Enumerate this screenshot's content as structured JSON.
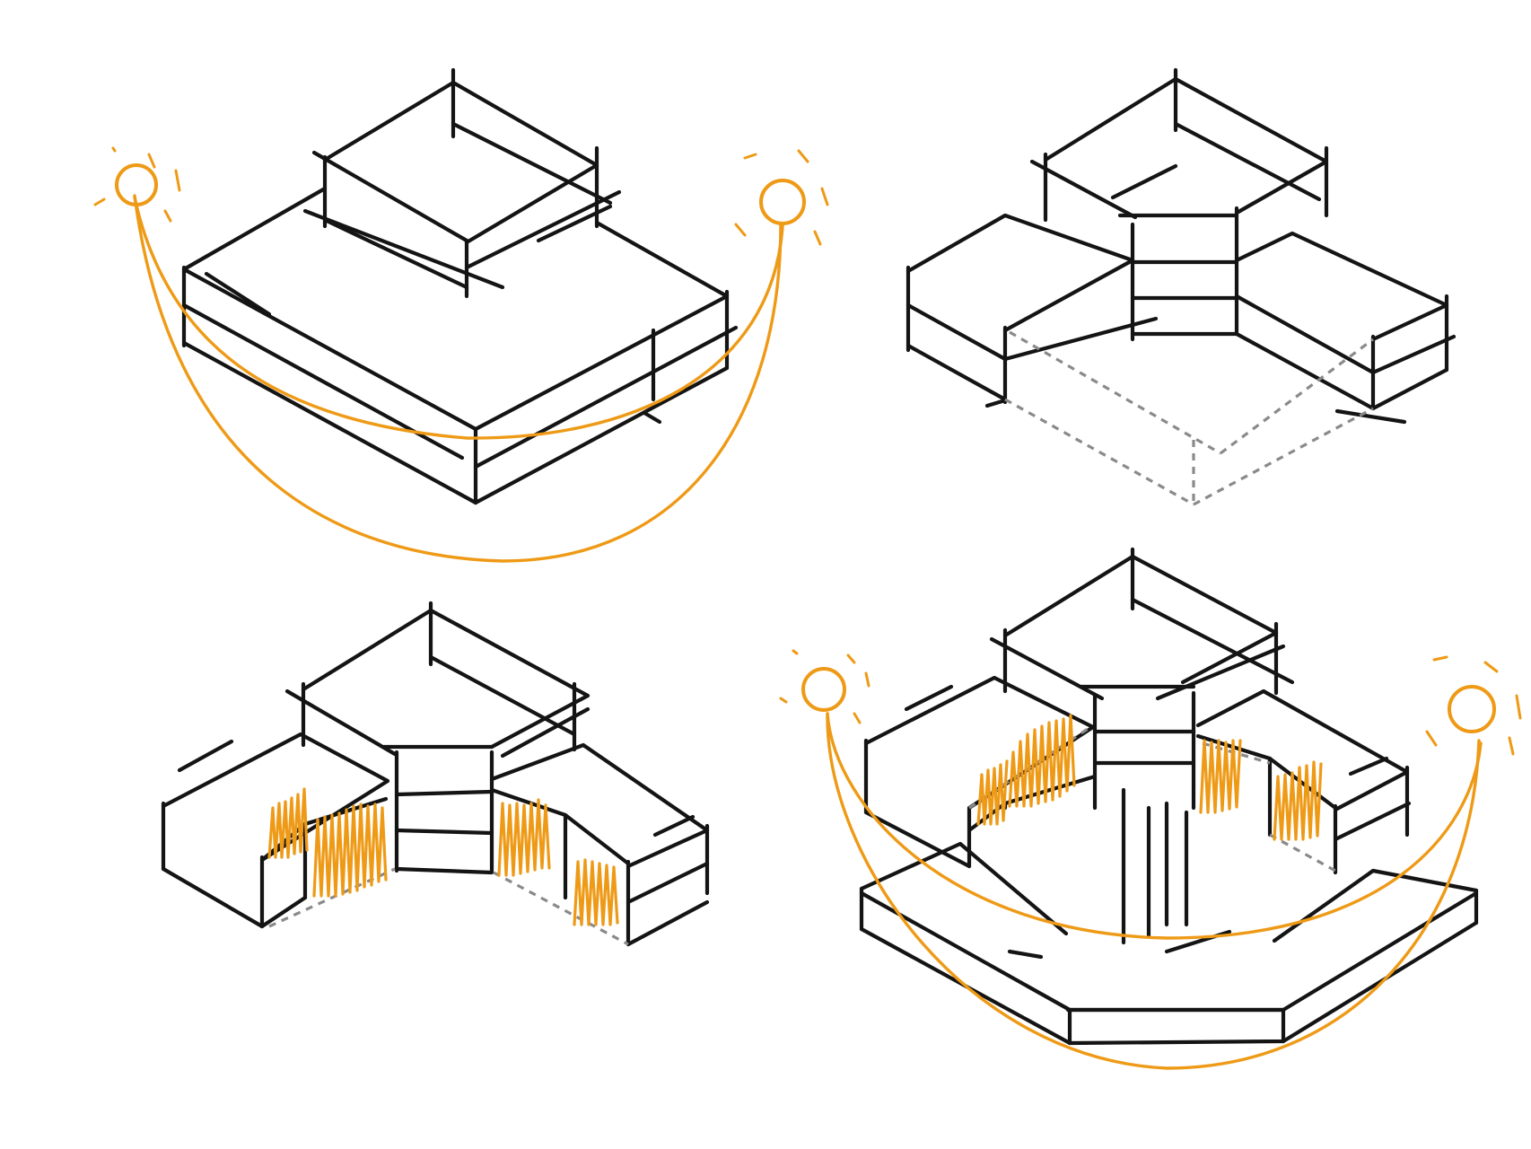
{
  "figure": {
    "panels": [
      {
        "id": "panel-1",
        "icon": "sun-path-icon",
        "has_sun_path": true,
        "has_facade_hatching": false
      },
      {
        "id": "panel-2",
        "has_sun_path": false,
        "has_facade_hatching": false
      },
      {
        "id": "panel-3",
        "has_sun_path": false,
        "has_facade_hatching": true
      },
      {
        "id": "panel-4",
        "icon": "sun-path-icon",
        "has_sun_path": true,
        "has_facade_hatching": true
      }
    ],
    "colors": {
      "ink": "#141414",
      "accent_orange": "#ee9a16",
      "dashed_gray": "#8a8a8a",
      "background": "#ffffff"
    }
  }
}
